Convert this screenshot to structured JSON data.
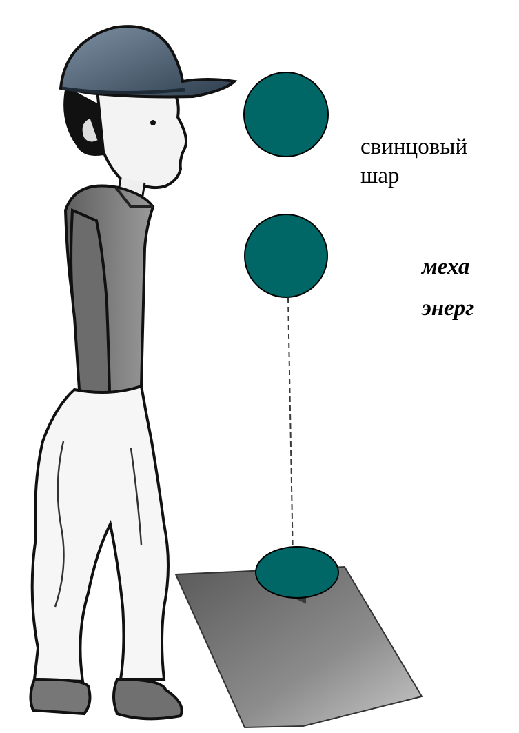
{
  "labels": {
    "ball_line1": "свинцовый",
    "ball_line2": "шар",
    "energy_line1": "меха",
    "energy_line2": "энерг"
  },
  "colors": {
    "ball_fill": "#006666",
    "ball_stroke": "#000000",
    "plate": "#6f6f6f",
    "cap": "#4a5f73",
    "shirt": "#777777"
  },
  "icons": {
    "figure": "boy-in-cap-figure",
    "ball": "lead-ball-icon",
    "arrow": "fall-arrow-icon"
  }
}
